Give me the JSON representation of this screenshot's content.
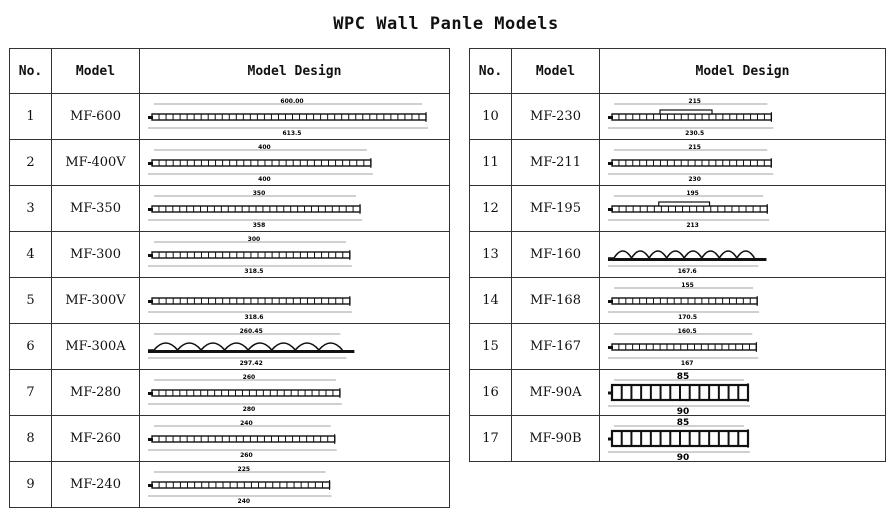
{
  "title": "WPC Wall Panle Models",
  "columns": {
    "no": "No.",
    "model": "Model",
    "design": "Model Design"
  },
  "left_rows": [
    {
      "no": "1",
      "model": "MF-600",
      "dims": [
        "600.00",
        "613.5"
      ],
      "profile": "rect"
    },
    {
      "no": "2",
      "model": "MF-400V",
      "dims": [
        "400",
        "400"
      ],
      "profile": "rect"
    },
    {
      "no": "3",
      "model": "MF-350",
      "dims": [
        "350",
        "358"
      ],
      "profile": "rect"
    },
    {
      "no": "4",
      "model": "MF-300",
      "dims": [
        "300",
        "318.5"
      ],
      "profile": "rect"
    },
    {
      "no": "5",
      "model": "MF-300V",
      "dims": [
        "",
        "318.6"
      ],
      "profile": "rect"
    },
    {
      "no": "6",
      "model": "MF-300A",
      "dims": [
        "260.45",
        "297.42"
      ],
      "profile": "wave"
    },
    {
      "no": "7",
      "model": "MF-280",
      "dims": [
        "260",
        "280"
      ],
      "profile": "rect"
    },
    {
      "no": "8",
      "model": "MF-260",
      "dims": [
        "240",
        "260"
      ],
      "profile": "rect"
    },
    {
      "no": "9",
      "model": "MF-240",
      "dims": [
        "225",
        "240"
      ],
      "profile": "rect"
    }
  ],
  "right_rows": [
    {
      "no": "10",
      "model": "MF-230",
      "dims": [
        "215",
        "230.5"
      ],
      "profile": "step"
    },
    {
      "no": "11",
      "model": "MF-211",
      "dims": [
        "215",
        "230"
      ],
      "profile": "rect"
    },
    {
      "no": "12",
      "model": "MF-195",
      "dims": [
        "195",
        "213"
      ],
      "profile": "step"
    },
    {
      "no": "13",
      "model": "MF-160",
      "dims": [
        "",
        "167.6"
      ],
      "profile": "wave"
    },
    {
      "no": "14",
      "model": "MF-168",
      "dims": [
        "155",
        "170.5"
      ],
      "profile": "rect"
    },
    {
      "no": "15",
      "model": "MF-167",
      "dims": [
        "160.5",
        "167"
      ],
      "profile": "rect"
    },
    {
      "no": "16",
      "model": "MF-90A",
      "dims": [
        "85",
        "90"
      ],
      "profile": "thick"
    },
    {
      "no": "17",
      "model": "MF-90B",
      "dims": [
        "85",
        "90"
      ],
      "profile": "thick"
    }
  ]
}
